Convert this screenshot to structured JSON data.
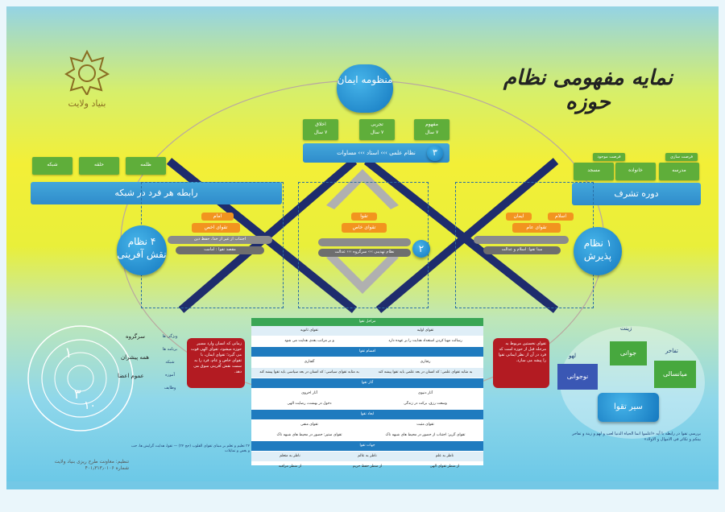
{
  "title": "نمایه مفهومی نظام حوزه",
  "logo": {
    "text": "بنیاد ولایت"
  },
  "top_center": {
    "circle_label": "منظومه ایمان",
    "columns": [
      {
        "label": "اخلاق",
        "sub": "۷ سال"
      },
      {
        "label": "تجربی",
        "sub": "۷ سال"
      },
      {
        "label": "مفهوم",
        "sub": "۷ سال"
      }
    ],
    "bar": {
      "number": "۳",
      "text": "نظام علمی ››› استاد ››› مساوات"
    }
  },
  "left_panel": {
    "buttons": [
      "شبکه",
      "حلقه",
      "ظلمه"
    ],
    "bar_label": "رابطه هر فرد در شبکه",
    "circle_number": "۴ نظام",
    "circle_label": "نقش آفرینی",
    "orange": {
      "top": "امام",
      "label": "تقوای اخص"
    },
    "pills": [
      "اجتناب از غیر از خدا، حفظ دین",
      "مقصد تقوا : امامت"
    ]
  },
  "center_panel": {
    "orange": {
      "top": "تقوا",
      "label": "تقوای خاص"
    },
    "circle_number": "۲",
    "pills": [
      "نظام تهذیبی ››› سرگروه ››› عدالت"
    ]
  },
  "right_panel": {
    "buttons": [
      "مدرسه",
      "خانواده",
      "مسجد"
    ],
    "button_tags": [
      "فرصت سازی",
      "فرصت موجود"
    ],
    "bar_label": "دوره تشرف",
    "circle_number": "۱ نظام",
    "circle_label": "پذیرش",
    "orange": [
      {
        "top": "اسلام",
        "label": "تقوای عام"
      },
      {
        "top": "ایمان",
        "label": ""
      }
    ],
    "pills": [
      "مبنا تقوا: اسلام و عدالت"
    ]
  },
  "table": {
    "header": "مراحل تقوا",
    "rows": [
      [
        "تقوای اولیه",
        "تقوای ثانویه"
      ],
      [
        "رسالت مهیا کردن استعداد هدایت را بر عهده دارد",
        "و بر مراتب بعدی هدایت می شود"
      ],
      [
        "اقسام تقوا"
      ],
      [
        "رفتاری",
        "گفتاری"
      ],
      [
        "به مثابه تقوای علمی: که انسان در بعد علمی باید تقوا پیشه کند",
        "به مثابه تقوای سیاسی: که انسان در بعد سیاسی باید تقوا پیشه کند"
      ],
      [
        "آثار تقوا"
      ],
      [
        "آثار دنیوی",
        "آثار اخروی"
      ],
      [
        "وسعت رزق، برکت در زندگی",
        "دخول در بهشت، رضایت الهی"
      ],
      [
        "ابعاد تقوا"
      ],
      [
        "تقوای مثبت",
        "تقوای منفی"
      ],
      [
        "تقوای گریز: اجتناب از حضور در محیط های شبهه ناک",
        "تقوای ستیز: حضور در محیط های شبهه ناک"
      ],
      [
        "جهات تقوا"
      ],
      [
        "ناظر به علم",
        "ناظر به عالم",
        "ناظر به متعلم"
      ],
      [
        "از منظر تقوای الهی",
        "از منظر حفظ حریم",
        "از منظر مراقبه"
      ]
    ]
  },
  "left_circle": {
    "labels": [
      "سرگروه",
      "همه پیشران",
      "عموم اعضا"
    ],
    "numbers": [
      "۱",
      "۳",
      "۱۰"
    ],
    "right_tags": [
      "ویژگی ها",
      "برنامه ها",
      "شبکه",
      "آموزه",
      "وظایف"
    ]
  },
  "red_left": "زمانی که انسان وارد مسیر حوزه میشود، تقوای الهی قوت می گیرد؛ تقوای ایمان، با تقوای خاص و عام، فرد را به سمت نقش آفرینی سوق می دهد.",
  "red_right": "تقوای نخستین مربوط به مرحله قبل از حوزه است که فرد در آن از نظر ایمانی تقوا را پیشه می سازد.",
  "right_cycle": {
    "center": "سیر تقوا",
    "items": [
      "جوانی",
      "میانسالی",
      "نوجوانی"
    ],
    "tags": [
      "زینت",
      "تفاخر",
      "لهو"
    ],
    "caption": "بررسی تقوا در رابطه با آیه «اعلموا انما الحیاة الدنیا لعب و لهو و زینة و تفاخر بینکم و تکاثر فی الاموال و الاولاد»"
  },
  "footer_left": [
    "تنظیم: معاونت طرح ریزی بنیاد ولایت",
    "شماره ۴۰۱٫۳۱۳٫۰۱۰۶"
  ],
  "footnote": "۳۲ تعلیم و تعلم بر مبنای تقوای القلوب (حج ۳۲) — تقوا، هدایت گرایش ها، حب و بغض و تمایلات"
}
